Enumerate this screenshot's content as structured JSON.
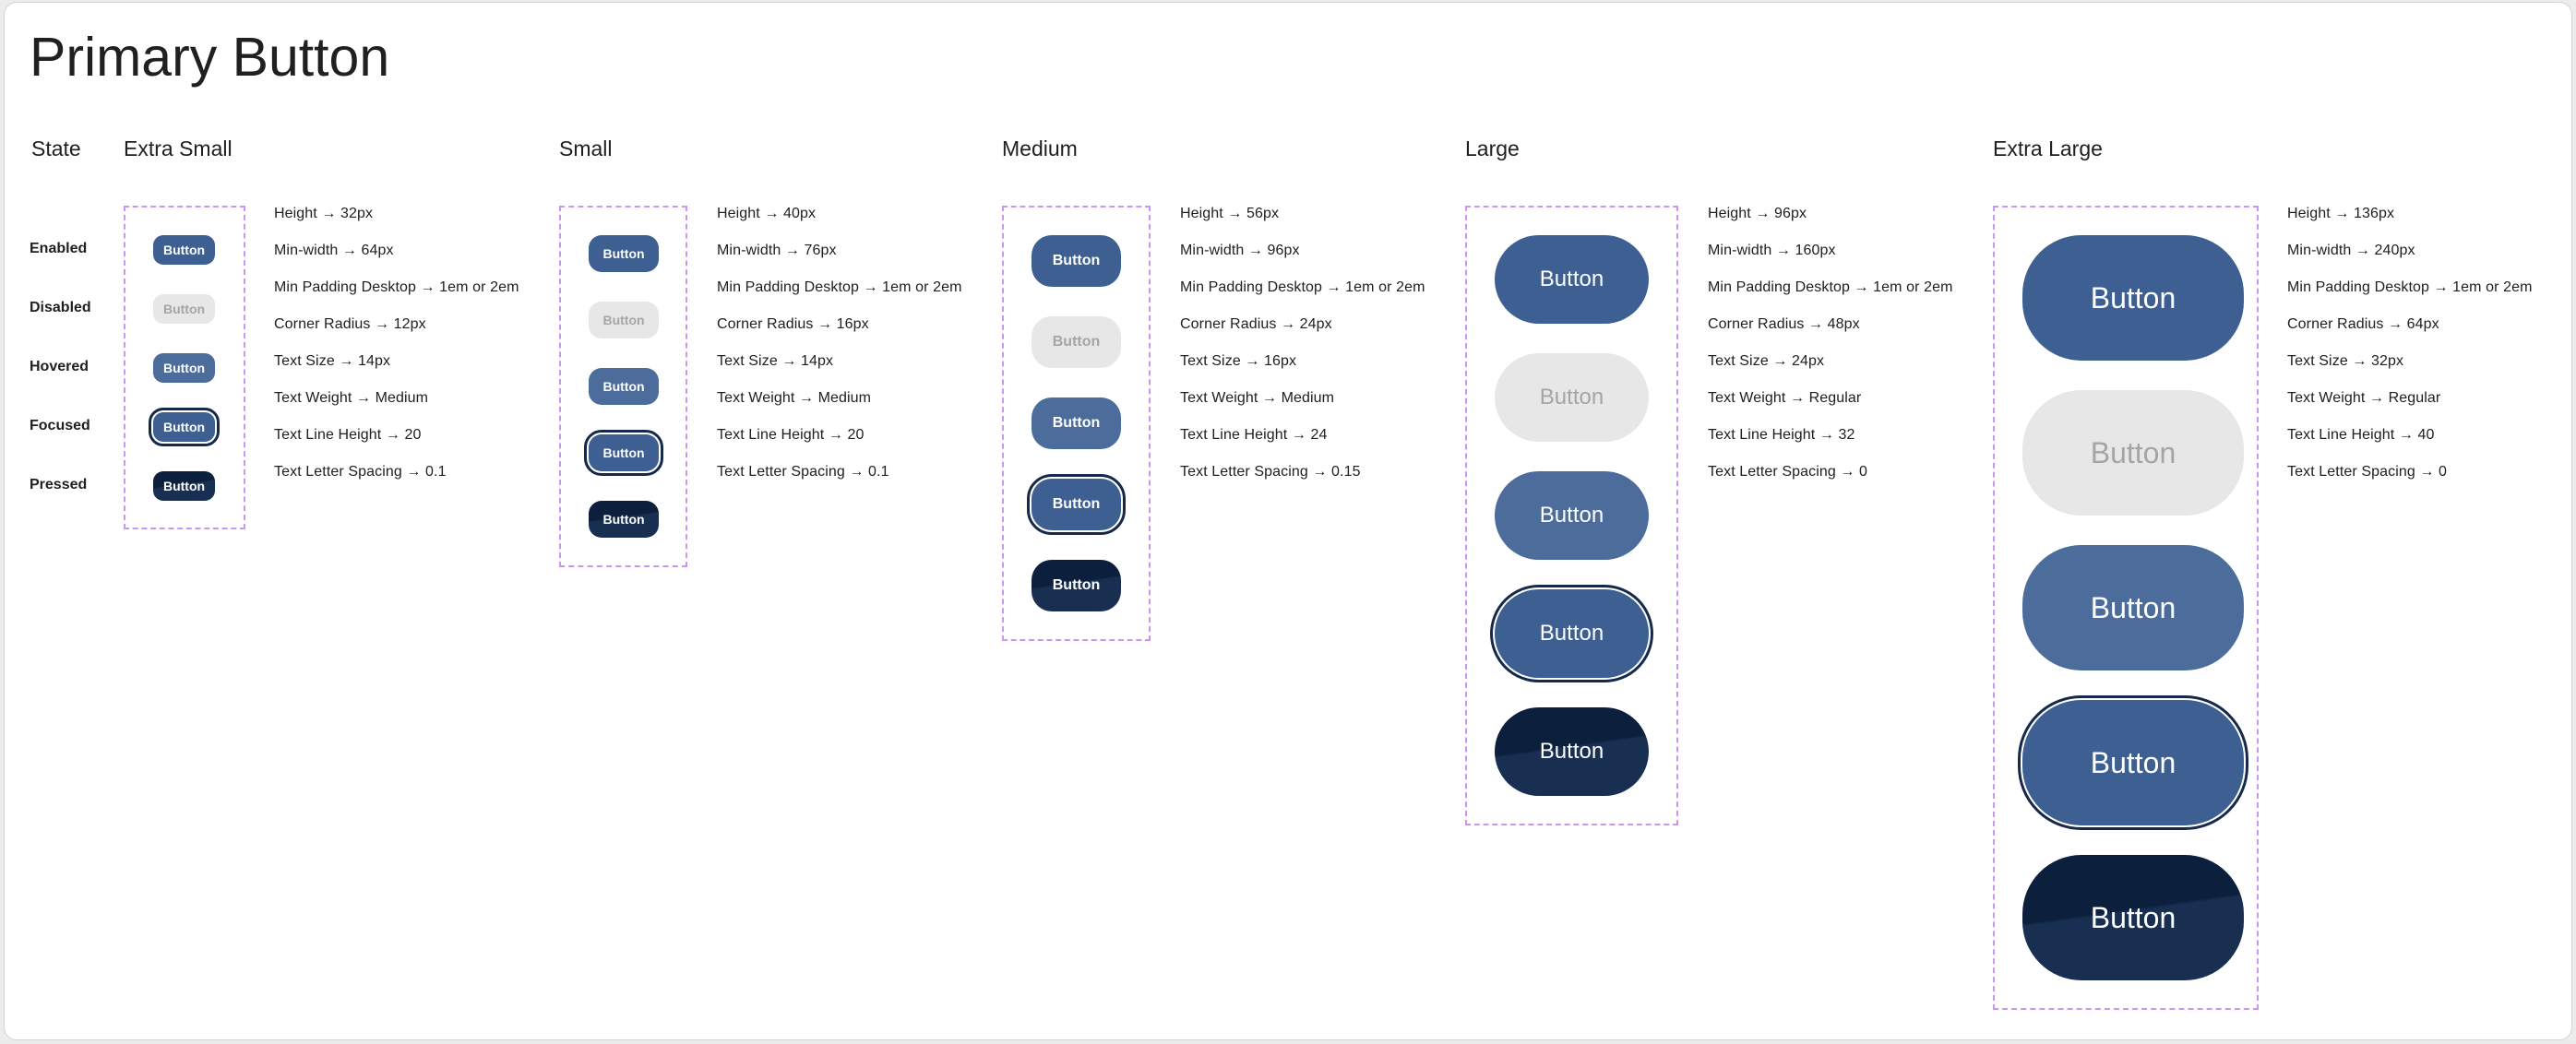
{
  "title": "Primary Button",
  "state_header": "State",
  "states": [
    "Enabled",
    "Disabled",
    "Hovered",
    "Focused",
    "Pressed"
  ],
  "button_label": "Button",
  "colors": {
    "enabled": "#3d5f91",
    "disabled": "#e6e7e6",
    "disabled_text": "#a4a5a4",
    "hovered": "#4c6c9c",
    "focus_ring": "#16294a",
    "pressed": "#0c1f3d",
    "frame_border": "#c996f2"
  },
  "sizes": [
    {
      "name": "Extra Small",
      "specs": [
        "Height → 32px",
        "Min-width → 64px",
        "Min Padding Desktop → 1em or 2em",
        "Corner Radius → 12px",
        "Text Size → 14px",
        "Text Weight → Medium",
        "Text Line Height → 20",
        "Text Letter Spacing → 0.1"
      ]
    },
    {
      "name": "Small",
      "specs": [
        "Height → 40px",
        "Min-width → 76px",
        "Min Padding Desktop → 1em or 2em",
        "Corner Radius → 16px",
        "Text Size → 14px",
        "Text Weight → Medium",
        "Text Line Height → 20",
        "Text Letter Spacing → 0.1"
      ]
    },
    {
      "name": "Medium",
      "specs": [
        "Height → 56px",
        "Min-width → 96px",
        "Min Padding Desktop → 1em or 2em",
        "Corner Radius → 24px",
        "Text Size → 16px",
        "Text Weight → Medium",
        "Text Line Height → 24",
        "Text Letter Spacing → 0.15"
      ]
    },
    {
      "name": "Large",
      "specs": [
        "Height → 96px",
        "Min-width → 160px",
        "Min Padding Desktop → 1em or 2em",
        "Corner Radius → 48px",
        "Text Size → 24px",
        "Text Weight → Regular",
        "Text Line Height → 32",
        "Text Letter Spacing → 0"
      ]
    },
    {
      "name": "Extra Large",
      "specs": [
        "Height → 136px",
        "Min-width → 240px",
        "Min Padding Desktop → 1em or 2em",
        "Corner Radius → 64px",
        "Text Size → 32px",
        "Text Weight → Regular",
        "Text Line Height → 40",
        "Text Letter Spacing → 0"
      ]
    }
  ]
}
